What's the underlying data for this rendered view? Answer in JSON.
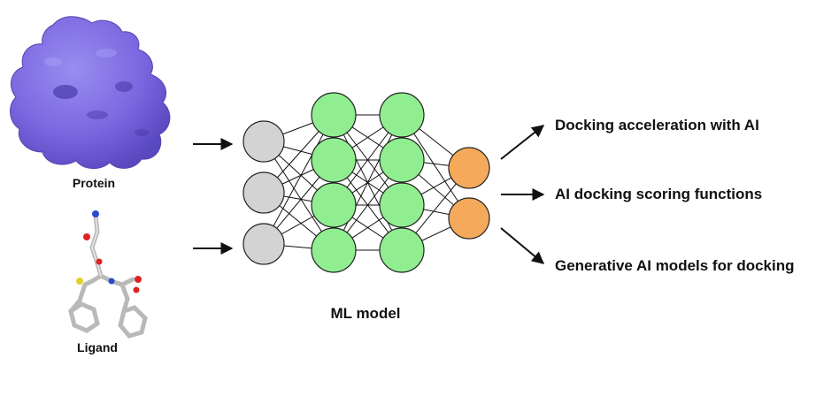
{
  "inputs": {
    "protein_label": "Protein",
    "ligand_label": "Ligand"
  },
  "model": {
    "label": "ML model",
    "layers": [
      3,
      4,
      4,
      2
    ]
  },
  "outputs": [
    {
      "label": "Docking acceleration with AI"
    },
    {
      "label": "AI docking scoring functions"
    },
    {
      "label": "Generative AI models for docking"
    }
  ],
  "colors": {
    "protein": "#7b68e0",
    "input_node": "#d3d3d3",
    "hidden_node": "#90ee90",
    "output_node": "#f5a95b",
    "edge": "#111111"
  }
}
